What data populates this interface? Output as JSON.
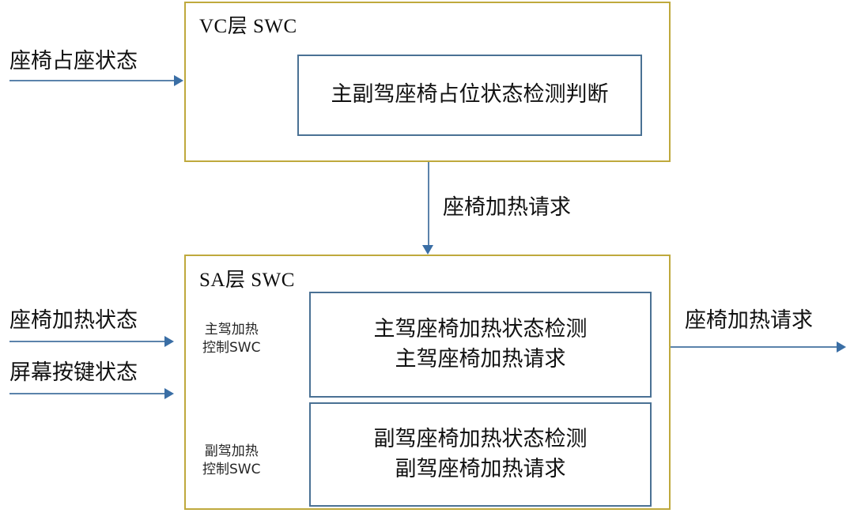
{
  "diagram": {
    "title_vc": "VC层 SWC",
    "title_sa": "SA层 SWC",
    "colors": {
      "layer_border": "#bfa93d",
      "function_border": "#4a7194",
      "arrow": "#3a6ea5",
      "text": "#111111",
      "background": "#ffffff"
    }
  },
  "vc_layer": {
    "title": "VC层 SWC",
    "functions": [
      {
        "lines": [
          "主副驾座椅占位状态检测判断"
        ]
      }
    ]
  },
  "sa_layer": {
    "title": "SA层 SWC",
    "sub_components": [
      {
        "label_line1": "主驾加热",
        "label_line2": "控制SWC"
      },
      {
        "label_line1": "副驾加热",
        "label_line2": "控制SWC"
      }
    ],
    "functions": [
      {
        "lines": [
          "主驾座椅加热状态检测",
          "主驾座椅加热请求"
        ]
      },
      {
        "lines": [
          "副驾座椅加热状态检测",
          "副驾座椅加热请求"
        ]
      }
    ]
  },
  "signals": {
    "input_seat_occupancy": "座椅占座状态",
    "input_seat_heat_status": "座椅加热状态",
    "input_screen_key_status": "屏幕按键状态",
    "internal_heat_request": "座椅加热请求",
    "output_heat_request": "座椅加热请求"
  }
}
